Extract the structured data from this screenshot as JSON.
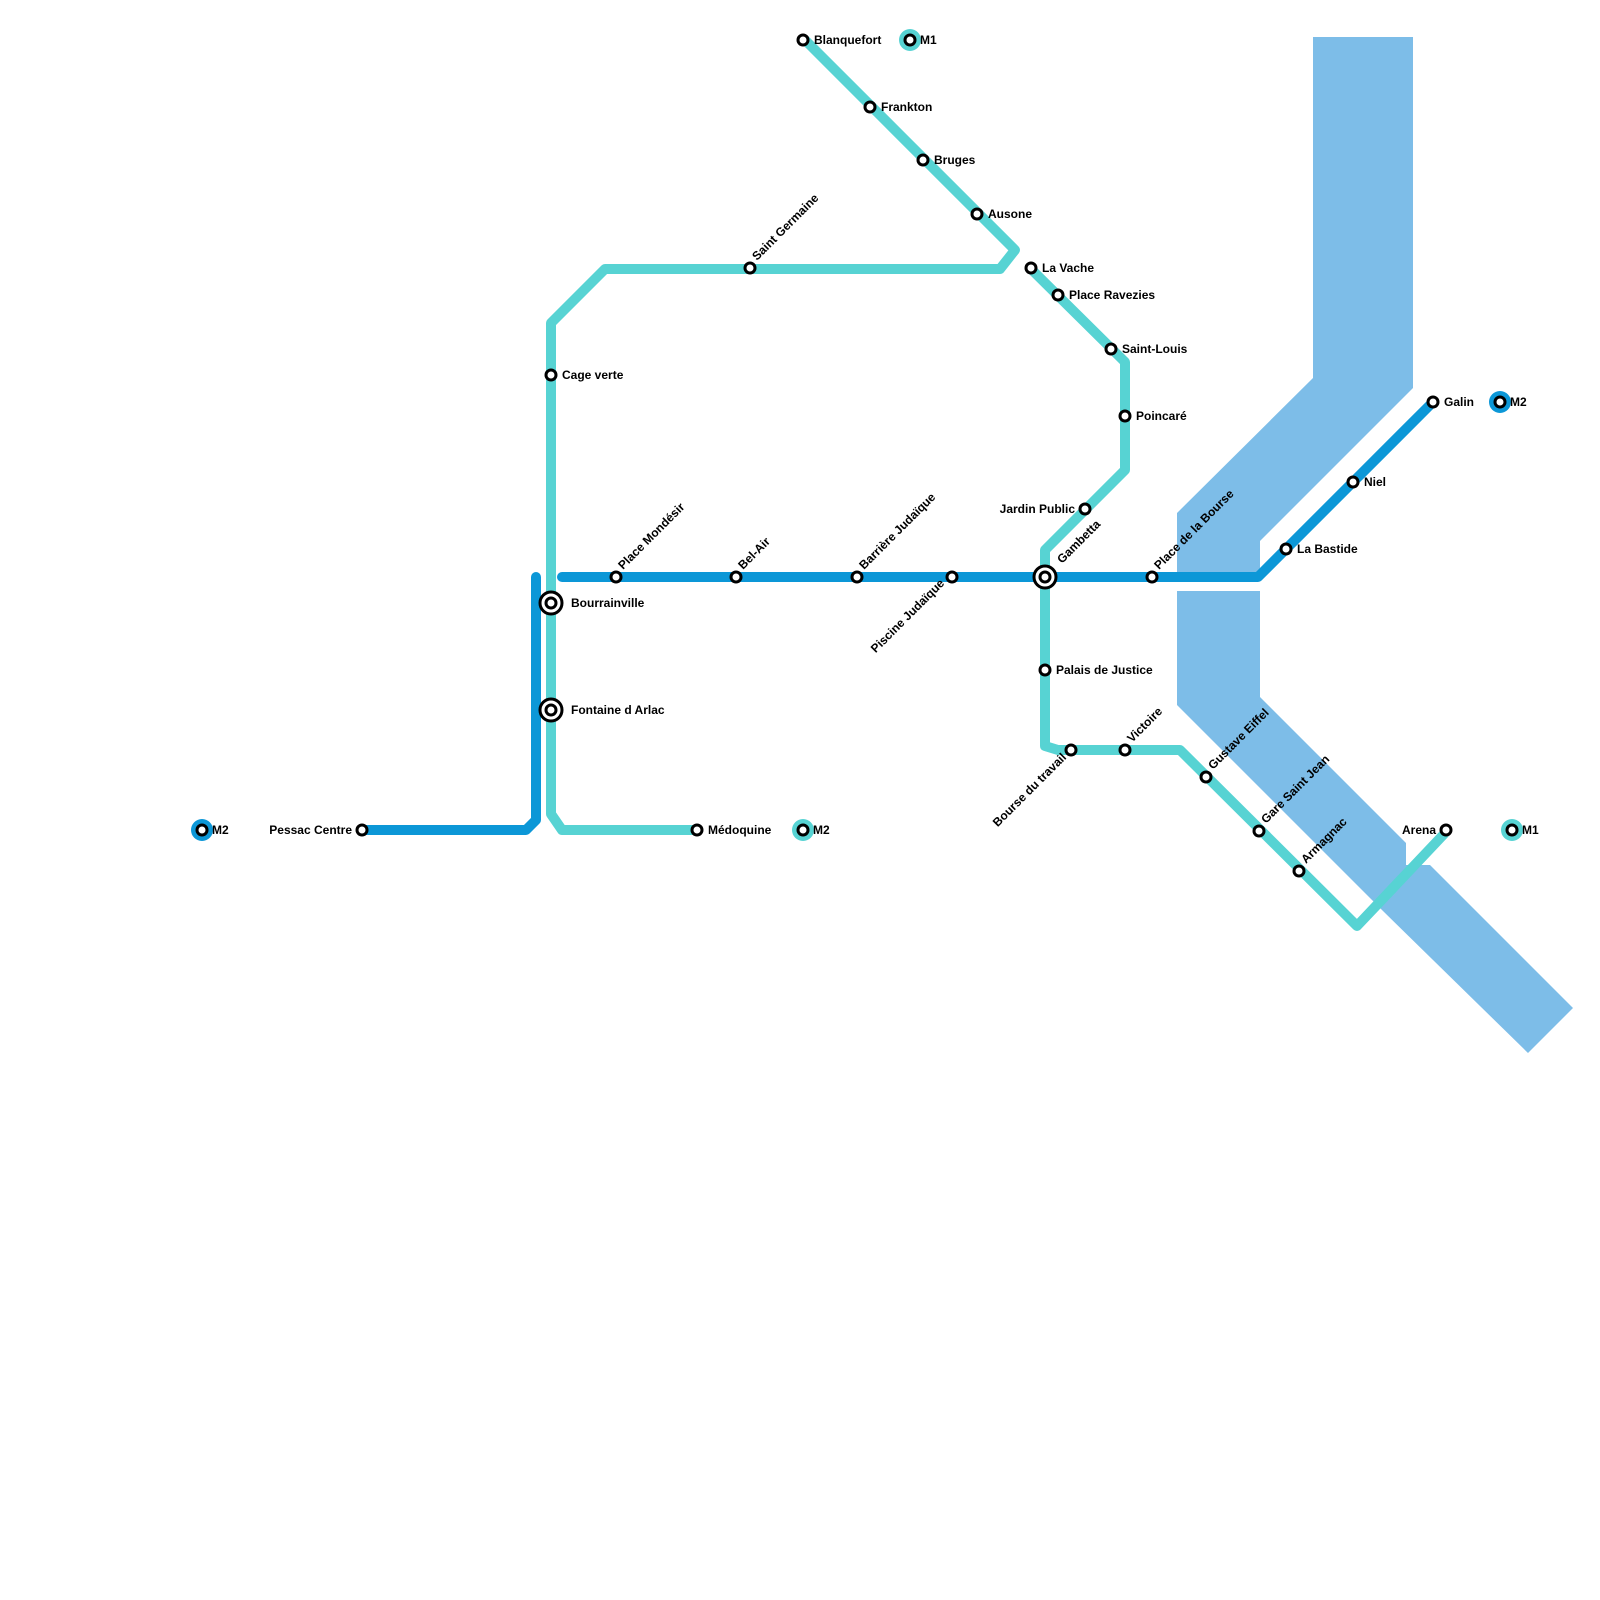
{
  "colors": {
    "m1": "#57d3d3",
    "m2": "#0c97d7",
    "river": "#7dbde8",
    "station_stroke": "#000000",
    "background": "#ffffff"
  },
  "map": {
    "lines": [
      {
        "id": "M1",
        "label": "M1",
        "color": "#57d3d3"
      },
      {
        "id": "M2",
        "label": "M2",
        "color": "#0c97d7"
      }
    ],
    "stations": [
      {
        "id": "blanquefort",
        "name": "Blanquefort"
      },
      {
        "id": "frankton",
        "name": "Frankton"
      },
      {
        "id": "bruges",
        "name": "Bruges"
      },
      {
        "id": "ausone",
        "name": "Ausone"
      },
      {
        "id": "la-vache",
        "name": "La Vache"
      },
      {
        "id": "place-ravezies",
        "name": "Place Ravezies"
      },
      {
        "id": "saint-louis",
        "name": "Saint-Louis"
      },
      {
        "id": "poincare",
        "name": "Poincaré"
      },
      {
        "id": "jardin-public",
        "name": "Jardin Public"
      },
      {
        "id": "gambetta",
        "name": "Gambetta"
      },
      {
        "id": "palais-de-justice",
        "name": "Palais de Justice"
      },
      {
        "id": "bourse-du-travail",
        "name": "Bourse du travail"
      },
      {
        "id": "victoire",
        "name": "Victoire"
      },
      {
        "id": "gustave-eiffel",
        "name": "Gustave Eiffel"
      },
      {
        "id": "gare-saint-jean",
        "name": "Gare Saint Jean"
      },
      {
        "id": "armagnac",
        "name": "Armagnac"
      },
      {
        "id": "arena",
        "name": "Arena"
      },
      {
        "id": "saint-germaine",
        "name": "Saint Germaine"
      },
      {
        "id": "cage-verte",
        "name": "Cage verte"
      },
      {
        "id": "bourrainville",
        "name": "Bourrainville"
      },
      {
        "id": "fontaine-d-arlac",
        "name": "Fontaine d Arlac"
      },
      {
        "id": "medoquine",
        "name": "Médoquine"
      },
      {
        "id": "pessac-centre",
        "name": "Pessac Centre"
      },
      {
        "id": "place-mondesir",
        "name": "Place Mondésir"
      },
      {
        "id": "bel-air",
        "name": "Bel-Air"
      },
      {
        "id": "barriere-judaique",
        "name": "Barrière Judaïque"
      },
      {
        "id": "piscine-judaique",
        "name": "Piscine Judaïque"
      },
      {
        "id": "place-de-la-bourse",
        "name": "Place de la Bourse"
      },
      {
        "id": "la-bastide",
        "name": "La Bastide"
      },
      {
        "id": "niel",
        "name": "Niel"
      },
      {
        "id": "galin",
        "name": "Galin"
      }
    ],
    "terminals": [
      {
        "id": "term-m1-blanquefort",
        "line": "M1",
        "label": "M1"
      },
      {
        "id": "term-m2-medoquine",
        "line": "M1",
        "label": "M2"
      },
      {
        "id": "term-m2-pessac",
        "line": "M2",
        "label": "M2"
      },
      {
        "id": "term-m2-galin",
        "line": "M2",
        "label": "M2"
      },
      {
        "id": "term-m1-arena",
        "line": "M1",
        "label": "M1"
      }
    ]
  }
}
